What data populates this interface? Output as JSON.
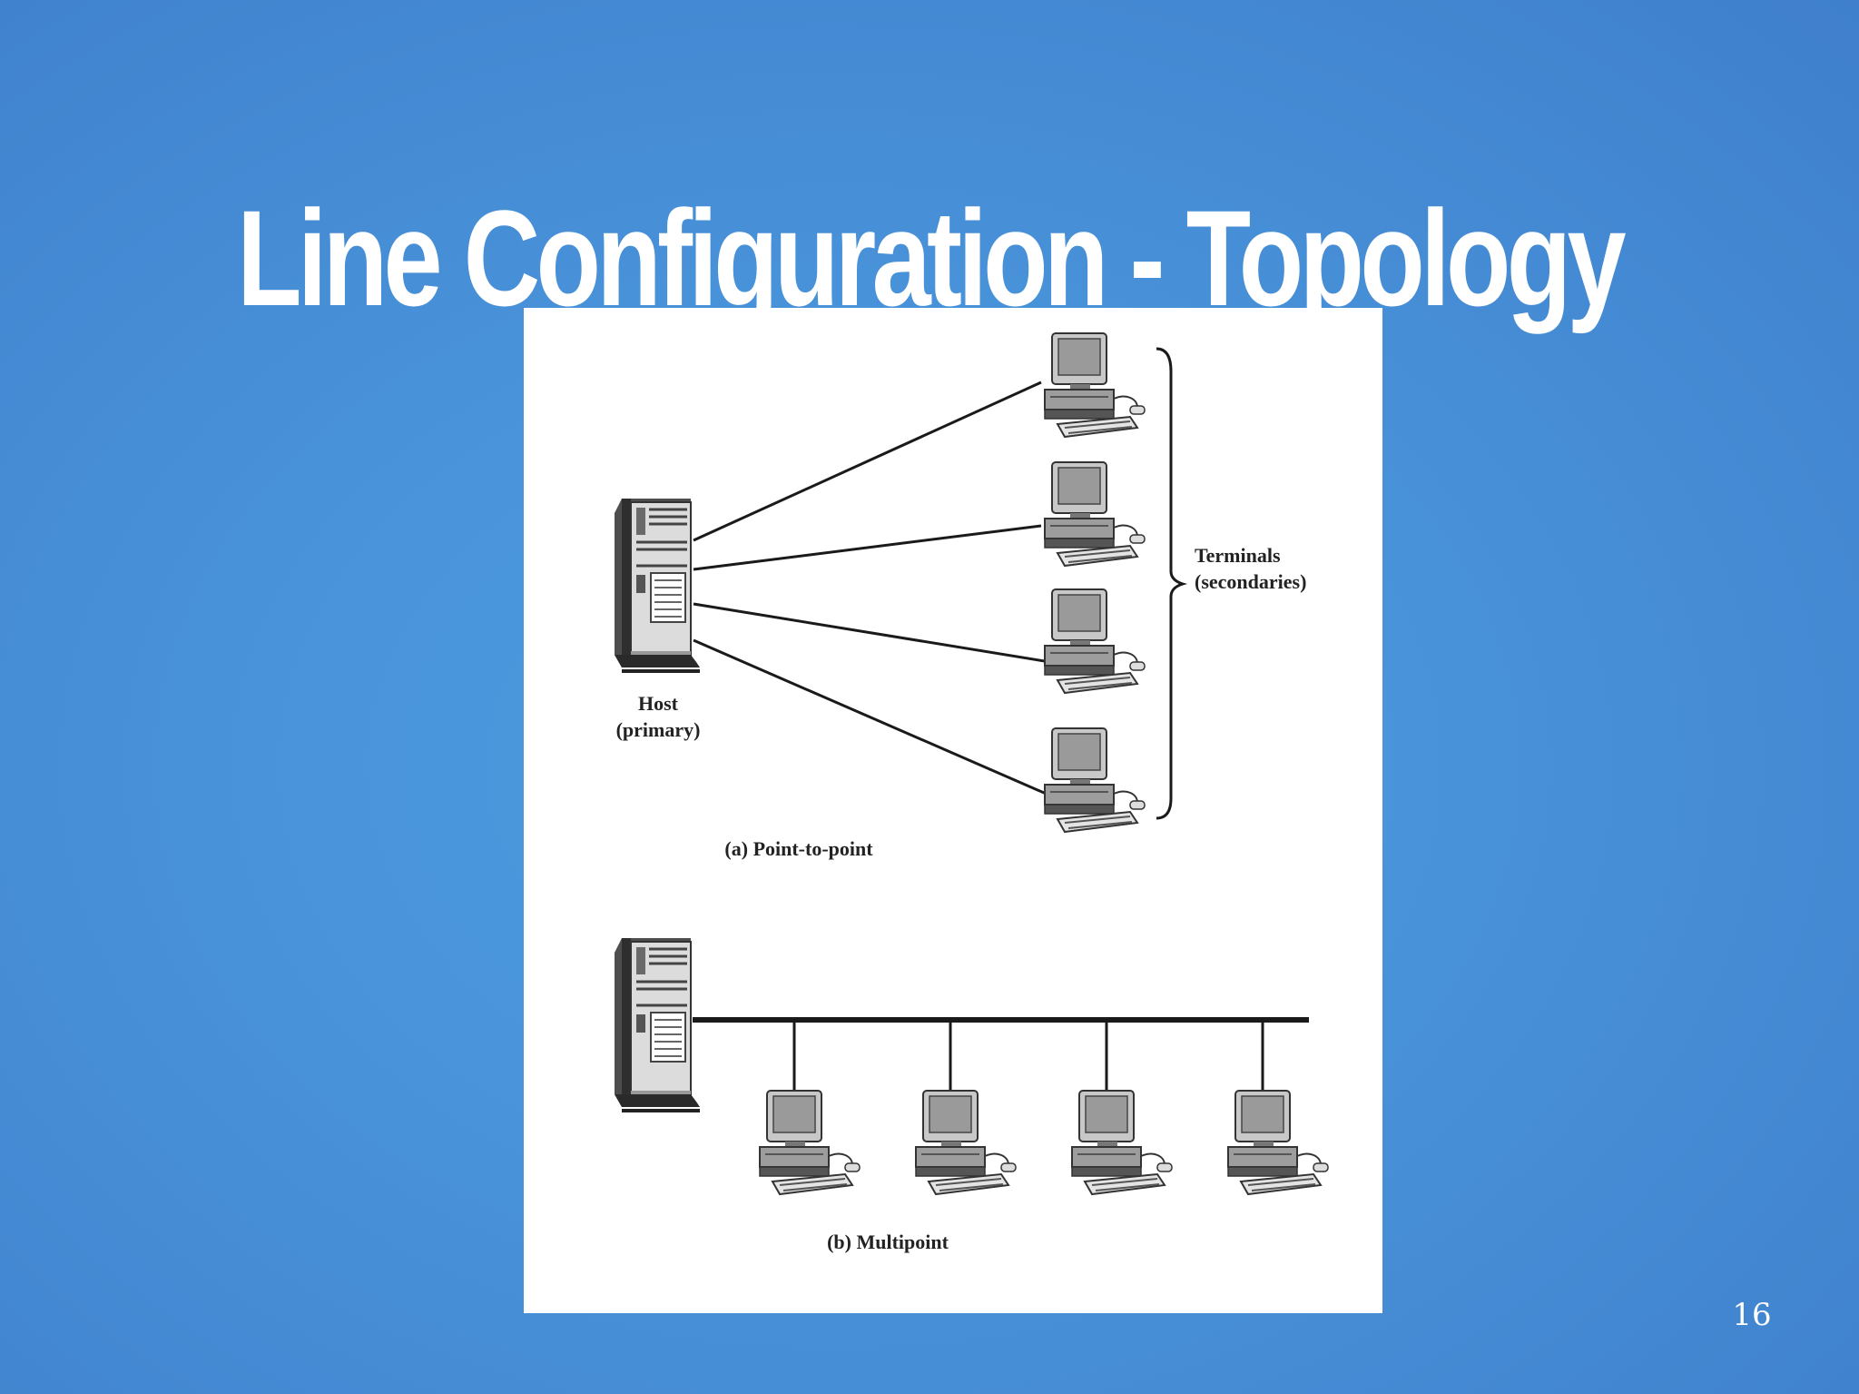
{
  "slide": {
    "title": "Line Configuration - Topology",
    "page_number": "16"
  },
  "figure": {
    "point_to_point": {
      "host_label_line1": "Host",
      "host_label_line2": "(primary)",
      "terminals_label_line1": "Terminals",
      "terminals_label_line2": "(secondaries)",
      "caption": "(a) Point-to-point",
      "terminal_count": 4
    },
    "multipoint": {
      "caption": "(b) Multipoint",
      "terminal_count": 4
    }
  },
  "colors": {
    "background": "#4892d9",
    "title": "#ffffff",
    "panel": "#ffffff",
    "line": "#1a1a1a"
  }
}
